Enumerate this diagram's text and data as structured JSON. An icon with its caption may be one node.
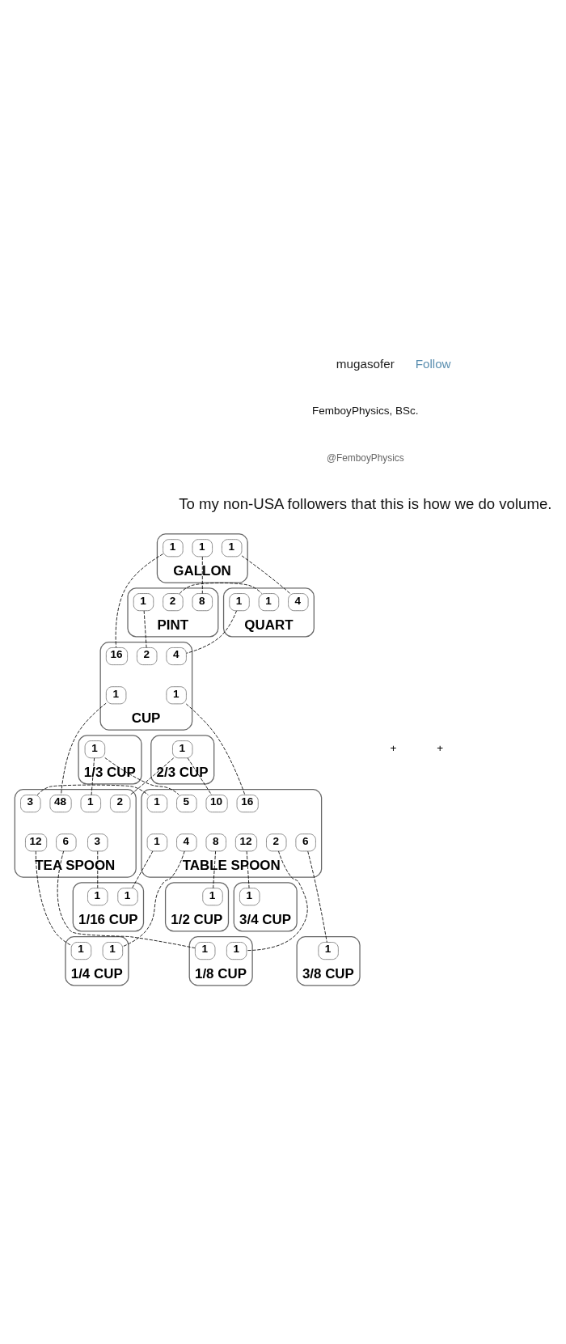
{
  "diagram": {
    "nodes": [
      {
        "text": [
          "GALLON"
        ]
      },
      {
        "text": [
          "1"
        ],
        "in": 0
      },
      {
        "text": [
          "1"
        ],
        "in": 0
      },
      {
        "text": [
          "1"
        ],
        "in": 0
      },
      {
        "text": [
          "PINT"
        ]
      },
      {
        "text": [
          "8"
        ],
        "in": 4
      },
      {
        "text": [
          "2"
        ],
        "in": 4
      },
      {
        "text": [
          "1"
        ],
        "in": 4
      },
      {
        "text": [
          "QUART"
        ]
      },
      {
        "text": [
          "4"
        ],
        "in": 8
      },
      {
        "text": [
          "1"
        ],
        "in": 8
      },
      {
        "text": [
          "1"
        ],
        "in": 8
      },
      {
        "text": [
          "CUP"
        ]
      },
      {
        "text": [
          "16"
        ],
        "in": 12
      },
      {
        "text": [
          "2"
        ],
        "in": 12
      },
      {
        "text": [
          "4"
        ],
        "in": 12
      },
      {
        "text": [
          "1"
        ],
        "in": 12
      },
      {
        "text": [
          "1"
        ],
        "in": 12
      },
      {
        "text": [
          "1/3 CUP"
        ]
      },
      {
        "text": [
          "1"
        ],
        "in": 18
      },
      {
        "text": [
          "2/3 CUP"
        ]
      },
      {
        "text": [
          "1"
        ],
        "in": 20
      },
      {
        "text": [
          "TEA SPOON"
        ]
      },
      {
        "text": [
          "1"
        ],
        "in": 22
      },
      {
        "text": [
          "48"
        ],
        "in": 22
      },
      {
        "text": [
          "2"
        ],
        "in": 22
      },
      {
        "text": [
          "3"
        ],
        "in": 22
      },
      {
        "text": [
          "3"
        ],
        "in": 22
      },
      {
        "text": [
          "6"
        ],
        "in": 22
      },
      {
        "text": [
          "12"
        ],
        "in": 22
      },
      {
        "text": [
          "TABLE SPOON"
        ]
      },
      {
        "text": [
          "5"
        ],
        "in": 30
      },
      {
        "text": [
          "16"
        ],
        "in": 30
      },
      {
        "text": [
          "10"
        ],
        "in": 30
      },
      {
        "text": [
          "1"
        ],
        "in": 30
      },
      {
        "text": [
          "1"
        ],
        "in": 30
      },
      {
        "text": [
          "2"
        ],
        "in": 30
      },
      {
        "text": [
          "4"
        ],
        "in": 30
      },
      {
        "text": [
          "6"
        ],
        "in": 30
      },
      {
        "text": [
          "8"
        ],
        "in": 30
      },
      {
        "text": [
          "12"
        ],
        "in": 30
      },
      {
        "text": [
          "1/16 CUP"
        ]
      },
      {
        "text": [
          "1"
        ],
        "in": 41
      },
      {
        "text": [
          "1"
        ],
        "in": 41
      },
      {
        "text": [
          "1/8 CUP"
        ]
      },
      {
        "text": [
          "1"
        ],
        "in": 44
      },
      {
        "text": [
          "1"
        ],
        "in": 44
      },
      {
        "text": [
          "1/4 CUP"
        ]
      },
      {
        "text": [
          "1"
        ],
        "in": 47
      },
      {
        "text": [
          "1"
        ],
        "in": 47
      },
      {
        "text": [
          "3/8 CUP"
        ]
      },
      {
        "text": [
          "1"
        ],
        "in": 50
      },
      {
        "text": [
          "1/2 CUP"
        ]
      },
      {
        "text": [
          "1"
        ],
        "in": 52
      },
      {
        "text": [
          "3/4 CUP"
        ]
      },
      {
        "text": [
          "1"
        ],
        "in": 54
      }
    ],
    "edges": [
      {
        "from": 1,
        "to": 5,
        "arrow": "none",
        "style": "dashed"
      },
      {
        "from": 3,
        "to": 9,
        "arrow": "none",
        "style": "dashed"
      },
      {
        "from": 2,
        "to": 13,
        "arrow": "none",
        "style": "dashed"
      },
      {
        "from": 6,
        "to": 10,
        "arrow": "none",
        "style": "dashed"
      },
      {
        "from": 7,
        "to": 14,
        "arrow": "none",
        "style": "dashed"
      },
      {
        "from": 11,
        "to": 15,
        "arrow": "none",
        "style": "dashed"
      },
      {
        "from": 16,
        "to": 24,
        "arrow": "none",
        "style": "dashed"
      },
      {
        "from": 17,
        "to": 32,
        "arrow": "none",
        "style": "dashed"
      },
      {
        "from": 19,
        "to": 23,
        "arrow": "none",
        "style": "dashed"
      },
      {
        "from": 19,
        "to": 31,
        "arrow": "none",
        "style": "dashed"
      },
      {
        "from": 21,
        "to": 25,
        "arrow": "none",
        "style": "dashed"
      },
      {
        "from": 21,
        "to": 33,
        "arrow": "none",
        "style": "dashed"
      },
      {
        "from": 26,
        "to": 34,
        "arrow": "none",
        "style": "dashed"
      },
      {
        "from": 27,
        "to": 42,
        "arrow": "none",
        "style": "dashed"
      },
      {
        "from": 35,
        "to": 43,
        "arrow": "none",
        "style": "dashed"
      },
      {
        "from": 28,
        "to": 45,
        "arrow": "none",
        "style": "dashed"
      },
      {
        "from": 36,
        "to": 46,
        "arrow": "none",
        "style": "dashed"
      },
      {
        "from": 29,
        "to": 48,
        "arrow": "none",
        "style": "dashed"
      },
      {
        "from": 37,
        "to": 49,
        "arrow": "none",
        "style": "dashed"
      },
      {
        "from": 38,
        "to": 51,
        "arrow": "none",
        "style": "dashed"
      },
      {
        "from": 39,
        "to": 53,
        "arrow": "none",
        "style": "dashed"
      },
      {
        "from": 40,
        "to": 55,
        "arrow": "none",
        "style": "dashed"
      }
    ],
    "labels": [
      "mugasofer",
      "Follow",
      "FemboyPhysics, BSc.",
      "@FemboyPhysics",
      "To my non-USA followers that this is how we do volume.",
      "+",
      "+"
    ]
  }
}
